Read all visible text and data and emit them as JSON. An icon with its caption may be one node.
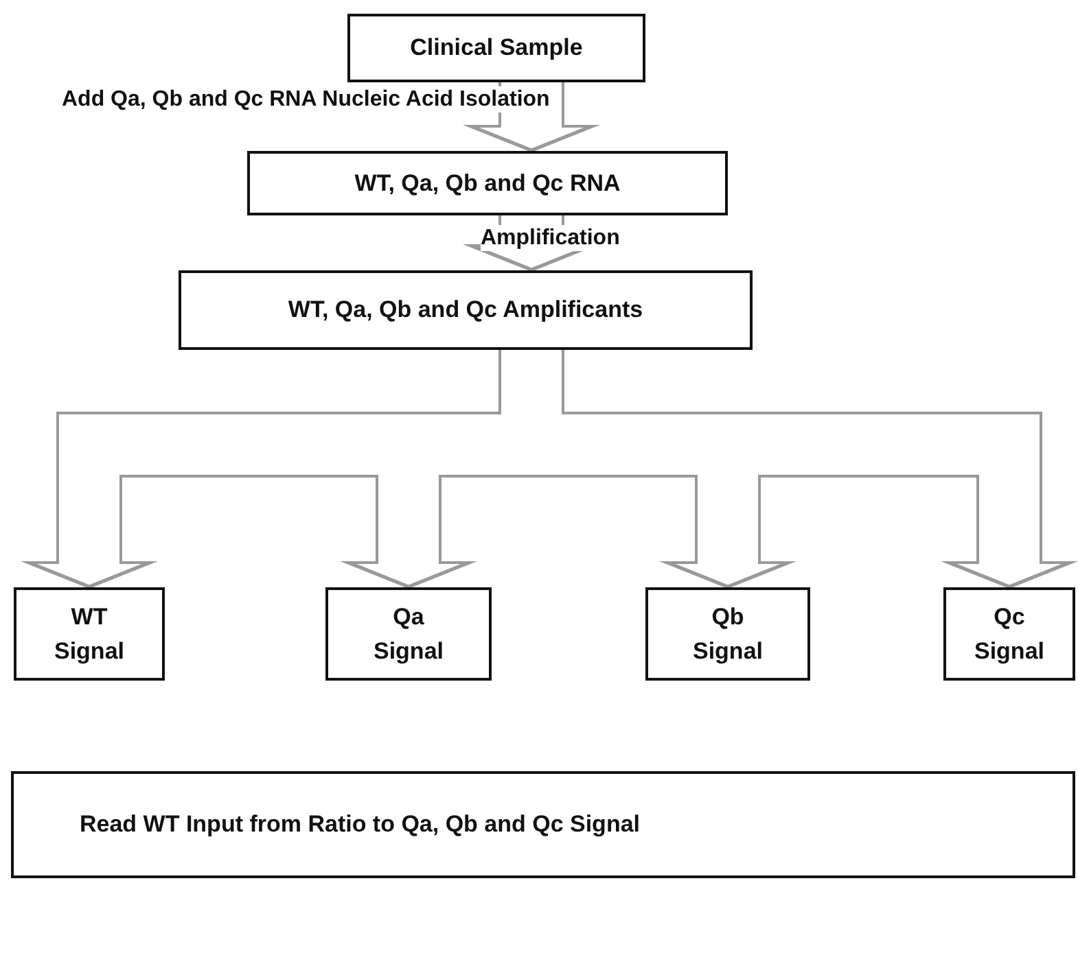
{
  "diagram": {
    "nodes": [
      {
        "text": [
          "Clinical Sample"
        ]
      },
      {
        "text": [
          "WT, Qa, Qb and Qc RNA"
        ]
      },
      {
        "text": [
          "WT, Qa, Qb and Qc Amplificants"
        ]
      },
      {
        "text": [
          "WT Signal"
        ]
      },
      {
        "text": [
          "Qa Signal"
        ]
      },
      {
        "text": [
          "Qb Signal"
        ]
      },
      {
        "text": [
          "Qc Signal"
        ]
      },
      {
        "text": [
          "Read WT Input from Ratio to Qa, Qb and Qc Signal"
        ]
      }
    ],
    "edges": [
      {
        "from": 0,
        "to": 1,
        "arrow": "to",
        "label": "Add Qa, Qb and Qc RNA Nucleic Acid Isolation"
      },
      {
        "from": 1,
        "to": 2,
        "arrow": "to",
        "label": "Amplification"
      },
      {
        "from": 2,
        "to": 3,
        "arrow": "to"
      },
      {
        "from": 2,
        "to": 4,
        "arrow": "to"
      },
      {
        "from": 2,
        "to": 5,
        "arrow": "to"
      },
      {
        "from": 2,
        "to": 6,
        "arrow": "to"
      }
    ]
  }
}
